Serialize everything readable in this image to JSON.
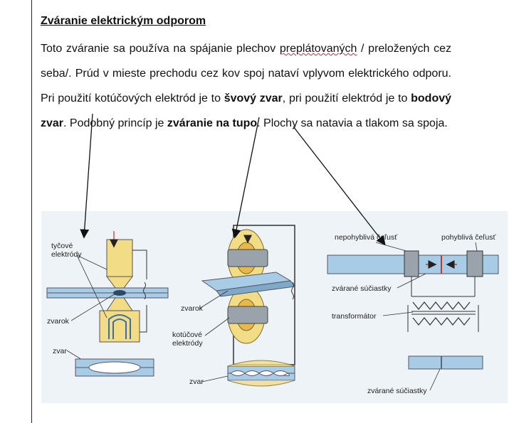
{
  "document": {
    "heading": "Zváranie elektrickým odporom",
    "paragraph": {
      "t1": "Toto zváranie sa používa na spájanie plechov ",
      "t2": "preplátovaných",
      "t3": " / preložených cez seba/. Prúd v mieste prechodu cez kov spoj nataví vplyvom elektrického odporu. Pri použití kotúčových elektród je to ",
      "b1": "švový zvar",
      "t4": ", pri použití elektród je to ",
      "b2": "bodový zvar",
      "t5": ". Podobný princíp je ",
      "b3": "zváranie na tupo",
      "t6": ". Plochy sa natavia a tlakom sa spoja."
    }
  },
  "figure": {
    "spot": {
      "label_electrodes_1": "tyčové",
      "label_electrodes_2": "elektródy",
      "label_weld": "zvarok",
      "label_zvar": "zvar"
    },
    "seam": {
      "label_weld": "zvarok",
      "label_electrodes_1": "kotúčové",
      "label_electrodes_2": "elektródy",
      "label_zvar": "zvar"
    },
    "butt": {
      "label_fixed_jaw": "nepohyblivá čeľusť",
      "label_moving_jaw": "pohyblivá čeľusť",
      "label_parts": "zvárané súčiastky",
      "label_transformer": "transformátor",
      "label_parts_2": "zvárané súčiastky"
    }
  },
  "colors": {
    "plate": "#a9cce6",
    "electrode": "#f3dc86",
    "flame": "#e8b84a",
    "jaw": "#9aa3ab",
    "weld_red": "#c0392b",
    "background": "#eef3f7"
  }
}
